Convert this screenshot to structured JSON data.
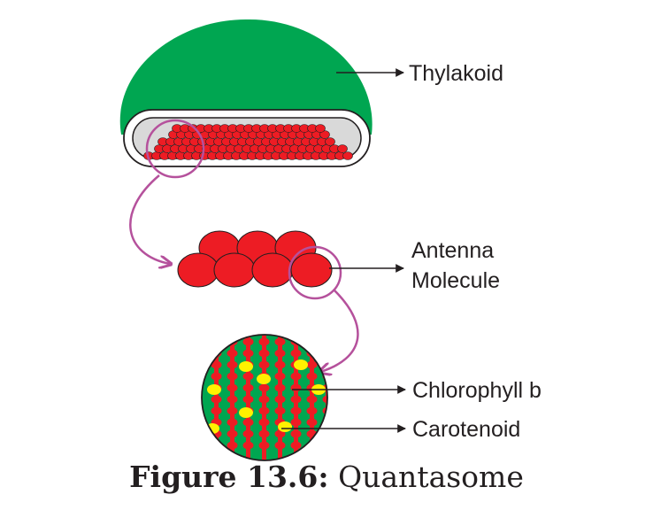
{
  "labels": {
    "thylakoid": "Thylakoid",
    "antenna_line1": "Antenna",
    "antenna_line2": "Molecule",
    "chlorophyll": "Chlorophyll b",
    "carotenoid": "Carotenoid"
  },
  "caption": {
    "figure_number": "Figure 13.6:",
    "title": "Quantasome"
  },
  "colors": {
    "thylakoid": "#00a651",
    "pigment": "#ed1c24",
    "loop": "#b5519c",
    "carotenoid": "#fff200",
    "chlorophyll": "#00a651",
    "membrane": "#d9d9d9"
  }
}
